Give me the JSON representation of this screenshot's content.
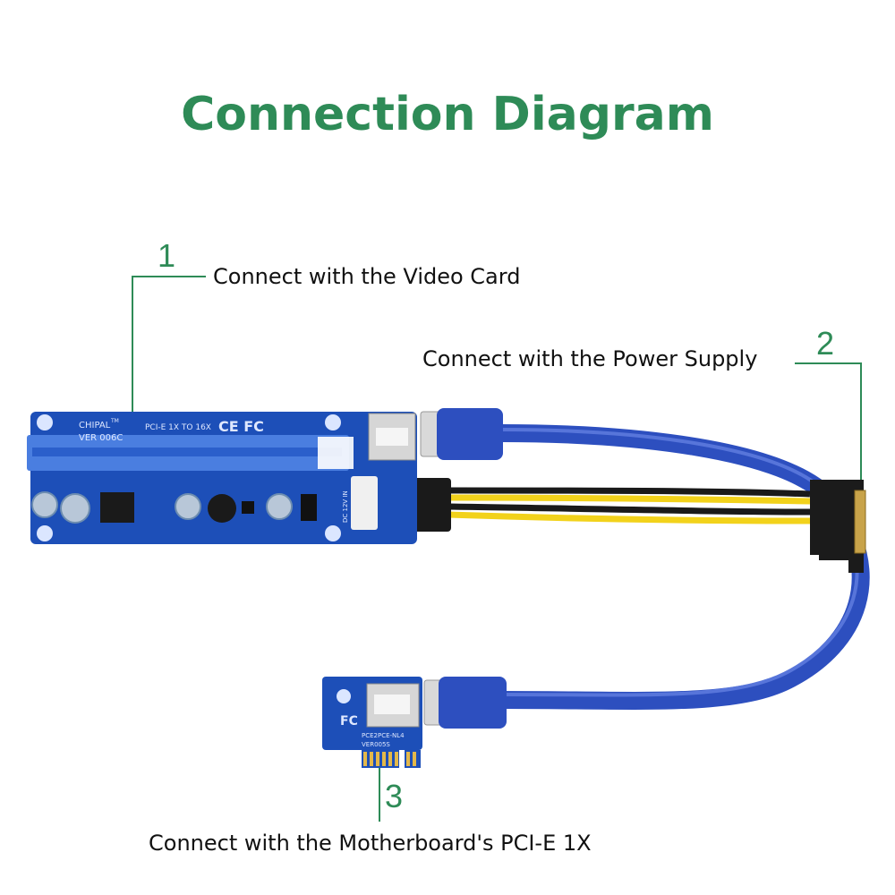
{
  "title": "Connection Diagram",
  "callouts": [
    {
      "number": "1",
      "text": "Connect with the Video Card"
    },
    {
      "number": "2",
      "text": "Connect with the Power Supply"
    },
    {
      "number": "3",
      "text": "Connect with the Motherboard's PCI-E 1X"
    }
  ],
  "riser_board": {
    "brand": "CHIPAL",
    "tm": "TM",
    "version": "VER 006C",
    "model": "PCI-E 1X TO 16X",
    "marks": "CE FC",
    "power_label": "DC 12V IN"
  },
  "adapter_board": {
    "model": "PCE2PCE-NL4",
    "version": "VER005S",
    "marks": "FC"
  },
  "colors": {
    "accent": "#2e8b57",
    "pcb": "#1d4fb8",
    "cable": "#3557c6",
    "slot": "#4a7ee0",
    "wire_yellow": "#f2d21b",
    "wire_black": "#1a1a1a"
  }
}
